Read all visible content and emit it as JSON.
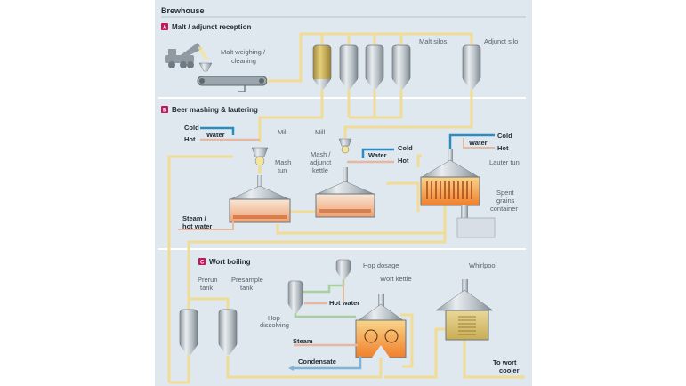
{
  "title": "Brewhouse",
  "colors": {
    "background": "#dfe8ef",
    "badge": "#c2185b",
    "pipe_product": "#f1dc97",
    "pipe_cold": "#2e8bc0",
    "pipe_hot": "#e6b8a2",
    "pipe_hop": "#a7cfa0",
    "heat": "#f07f2a"
  },
  "sections": [
    {
      "badge": "A",
      "title": "Malt / adjunct reception",
      "labels": {
        "weighing": [
          "Malt weighing /",
          "cleaning"
        ],
        "malt_silos": "Malt silos",
        "adjunct_silo": "Adjunct silo"
      }
    },
    {
      "badge": "B",
      "title": "Beer mashing & lautering",
      "labels": {
        "cold1": "Cold",
        "water1": "Water",
        "hot1": "Hot",
        "mill1": "Mill",
        "mill2": "Mill",
        "mash_tun": [
          "Mash",
          "tun"
        ],
        "mash_kettle": [
          "Mash /",
          "adjunct",
          "kettle"
        ],
        "cold2": "Cold",
        "water2": "Water",
        "hot2": "Hot",
        "cold3": "Cold",
        "water3": "Water",
        "hot3": "Hot",
        "lauter_tun": "Lauter tun",
        "spent": [
          "Spent",
          "grains",
          "container"
        ],
        "steam": [
          "Steam /",
          "hot water"
        ]
      }
    },
    {
      "badge": "C",
      "title": "Wort boiling",
      "labels": {
        "prerun": [
          "Prerun",
          "tank"
        ],
        "presample": [
          "Presample",
          "tank"
        ],
        "hop_dosage": "Hop dosage",
        "wort_kettle": "Wort kettle",
        "whirlpool": "Whirlpool",
        "hop_dissolving": [
          "Hop",
          "dissolving"
        ],
        "hot_water": "Hot water",
        "steam": "Steam",
        "condensate": "Condensate",
        "to_cooler": [
          "To wort",
          "cooler"
        ]
      }
    }
  ]
}
